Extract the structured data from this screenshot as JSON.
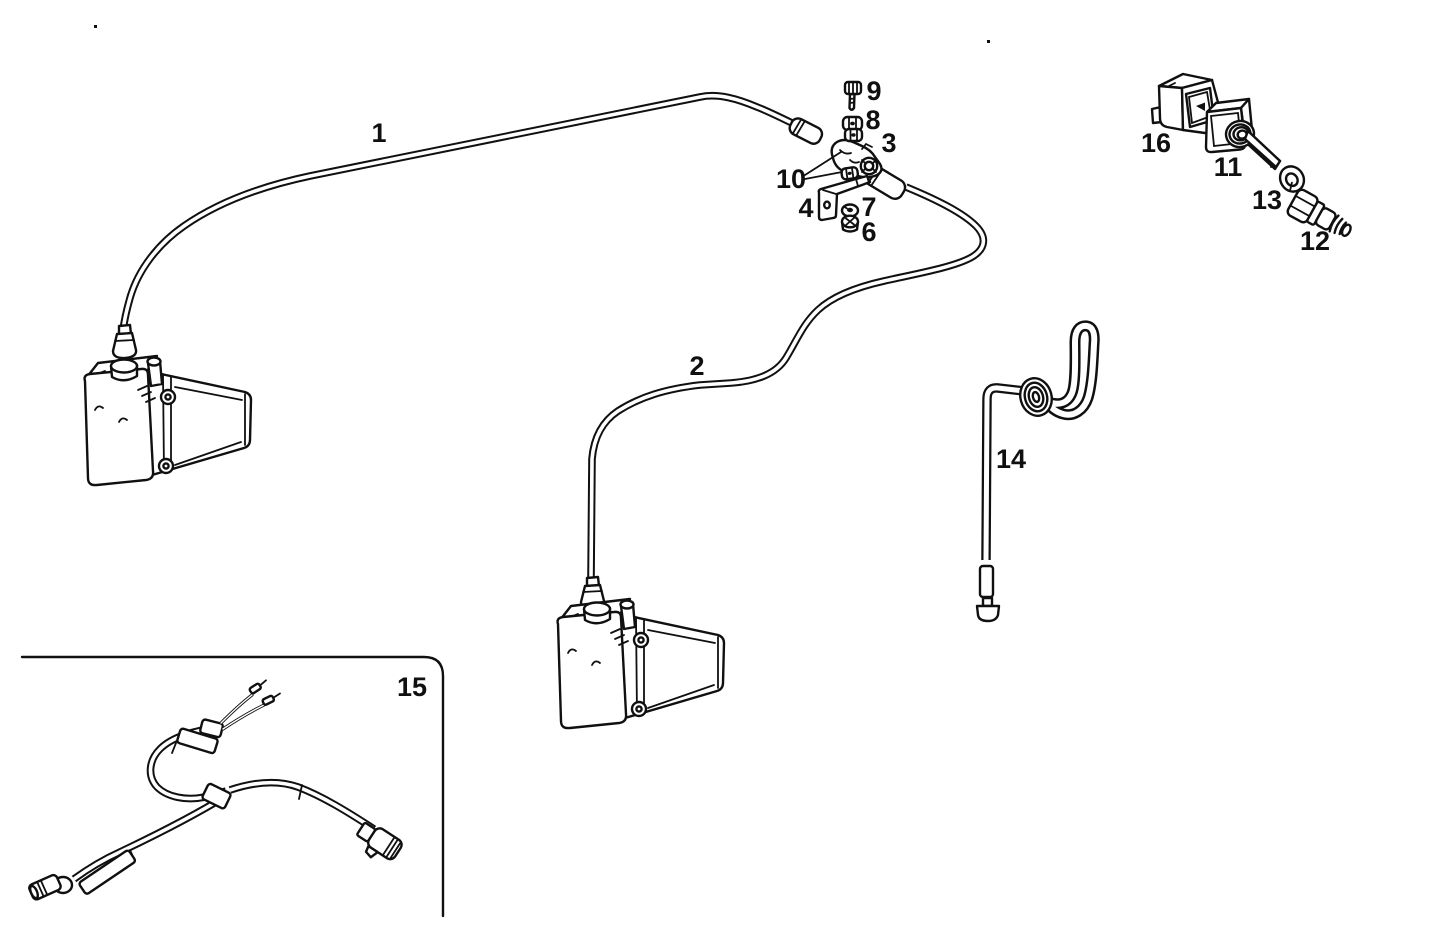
{
  "page": {
    "background": "#ffffff",
    "ink": "#101010"
  },
  "diagram": {
    "type": "exploded-parts-line-drawing",
    "callouts": [
      {
        "label": "1",
        "part": "flexible-tube-assembly-left"
      },
      {
        "label": "2",
        "part": "flexible-tube-assembly-right"
      },
      {
        "label": "3",
        "part": "junction-tee-fitting"
      },
      {
        "label": "4",
        "part": "mounting-bracket"
      },
      {
        "label": "6",
        "part": "hex-nut"
      },
      {
        "label": "7",
        "part": "washer"
      },
      {
        "label": "8",
        "part": "hex-nut-upper"
      },
      {
        "label": "9",
        "part": "screw"
      },
      {
        "label": "10",
        "part": "pair-of-small-nuts"
      },
      {
        "label": "11",
        "part": "toggle-switch"
      },
      {
        "label": "12",
        "part": "threaded-fitting"
      },
      {
        "label": "13",
        "part": "seal-ring"
      },
      {
        "label": "14",
        "part": "drain-pipe-with-loop-and-grommet"
      },
      {
        "label": "15",
        "part": "wiring-harness-inset"
      },
      {
        "label": "16",
        "part": "connector-block"
      }
    ]
  }
}
